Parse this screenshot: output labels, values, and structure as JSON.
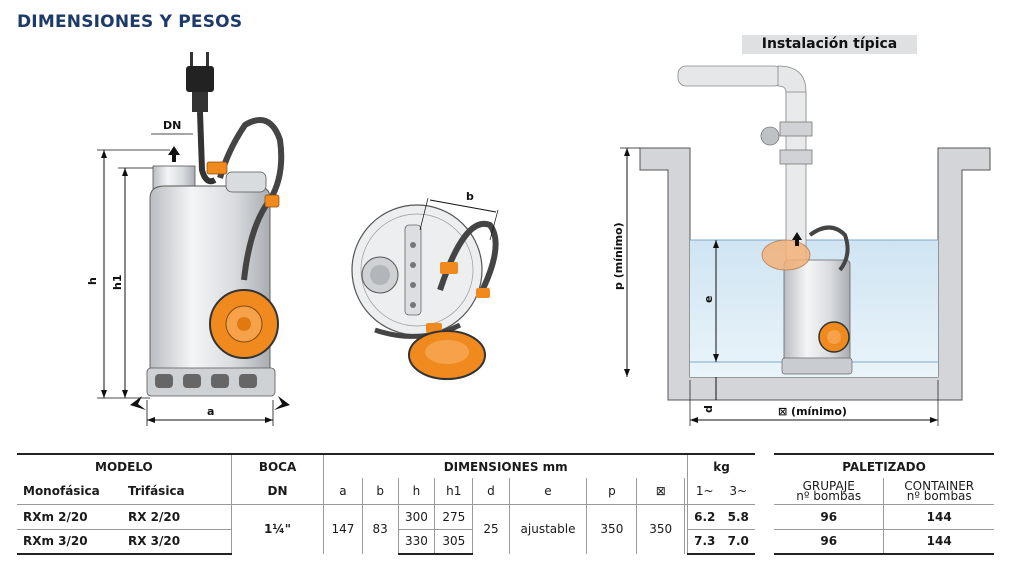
{
  "page": {
    "title": "DIMENSIONES Y PESOS",
    "installation_label": "Instalación típica"
  },
  "diagram_labels": {
    "dn": "DN",
    "h": "h",
    "h1": "h1",
    "a": "a",
    "b": "b",
    "p": "p  (mínimo)",
    "e": "e",
    "d": "d",
    "min_width": "⊠ (mínimo)"
  },
  "table": {
    "headers": {
      "modelo": "MODELO",
      "boca": "BOCA",
      "dimensiones": "DIMENSIONES mm",
      "kg": "kg",
      "monofasica": "Monofásica",
      "trifasica": "Trifásica",
      "dn": "DN",
      "a": "a",
      "b": "b",
      "h": "h",
      "h1": "h1",
      "d": "d",
      "e": "e",
      "p": "p",
      "square": "⊠",
      "kg1": "1~",
      "kg3": "3~"
    },
    "rows": [
      {
        "mono": "RXm 2/20",
        "tri": "RX 2/20",
        "h": "300",
        "h1": "275",
        "kg1": "6.2",
        "kg3": "5.8"
      },
      {
        "mono": "RXm 3/20",
        "tri": "RX 3/20",
        "h": "330",
        "h1": "305",
        "kg1": "7.3",
        "kg3": "7.0"
      }
    ],
    "shared": {
      "dn": "1¼\"",
      "a": "147",
      "b": "83",
      "d": "25",
      "e": "ajustable",
      "p": "350",
      "square": "350"
    }
  },
  "paletizado": {
    "title": "PALETIZADO",
    "grupaje": "GRUPAJE",
    "container": "CONTAINER",
    "n_bombas": "nº bombas",
    "rows": [
      {
        "grupaje": "96",
        "container": "144"
      },
      {
        "grupaje": "96",
        "container": "144"
      }
    ]
  },
  "colors": {
    "title": "#1d3a68",
    "accent_orange": "#f08a1e",
    "water": "#d8eaf5"
  }
}
